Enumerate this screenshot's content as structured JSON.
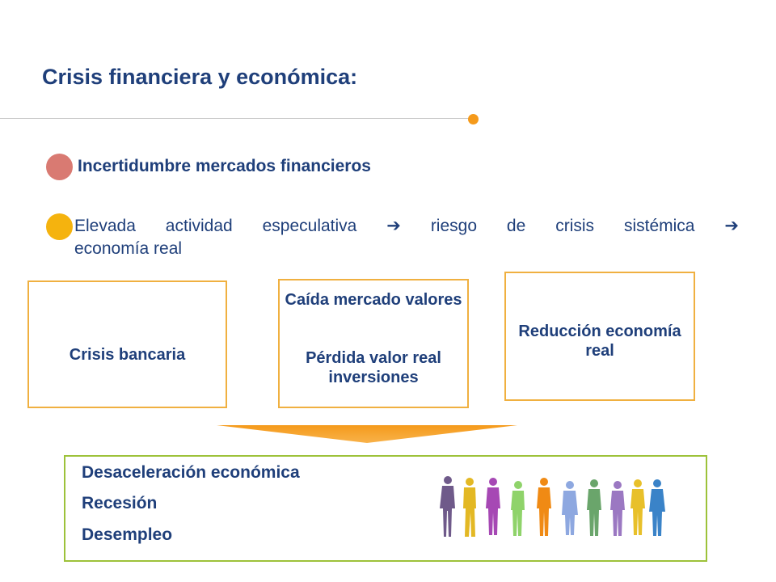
{
  "slide": {
    "title": "Crisis financiera y económica:",
    "bullets": [
      {
        "text": "Incertidumbre mercados financieros",
        "color": "#d97a72"
      },
      {
        "line1_parts": [
          "Elevada actividad especulativa",
          "riesgo de crisis sistémica"
        ],
        "line2": "economía real",
        "color": "#f5b30e"
      }
    ],
    "arrow_glyph": "➔",
    "boxes": [
      {
        "lines": [
          "Crisis bancaria"
        ]
      },
      {
        "lines": [
          "Caída mercado valores",
          "Pérdida valor real  inversiones"
        ]
      },
      {
        "lines": [
          "Reducción economía real"
        ]
      }
    ],
    "result": {
      "lines": [
        "Desaceleración económica",
        "Recesión",
        "Desempleo"
      ]
    },
    "people_icon": "crowd-silhouettes-icon",
    "colors": {
      "title": "#1f3f7a",
      "accent_orange": "#f59a1b",
      "box_border": "#f0b040",
      "result_border": "#9dc23a"
    }
  }
}
